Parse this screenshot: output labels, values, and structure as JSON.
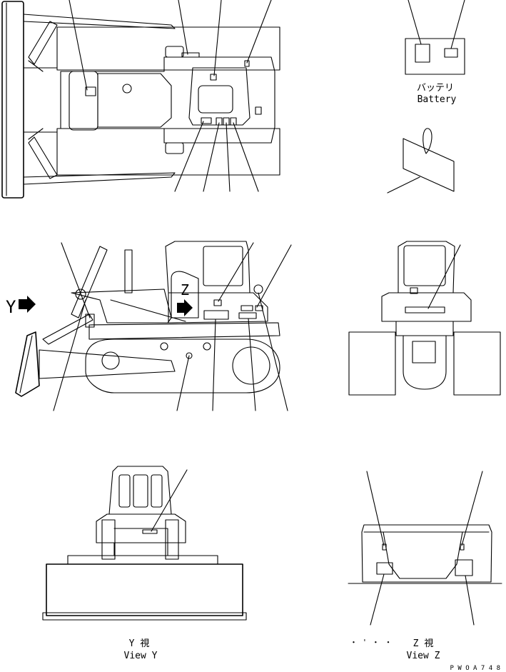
{
  "battery": {
    "label_jp": "バッテリ",
    "label_en": "Battery"
  },
  "side_view": {
    "marker_y": "Y",
    "marker_z": "Z"
  },
  "view_y": {
    "label_jp": "Y 視",
    "label_en": "View Y"
  },
  "view_z": {
    "label_jp": "Z 視",
    "label_en": "View Z",
    "marks": "・ ' ・ ・"
  },
  "drawing_code": "P W O A 7 4 8",
  "icons": {
    "arrow": "arrow-right-icon"
  }
}
